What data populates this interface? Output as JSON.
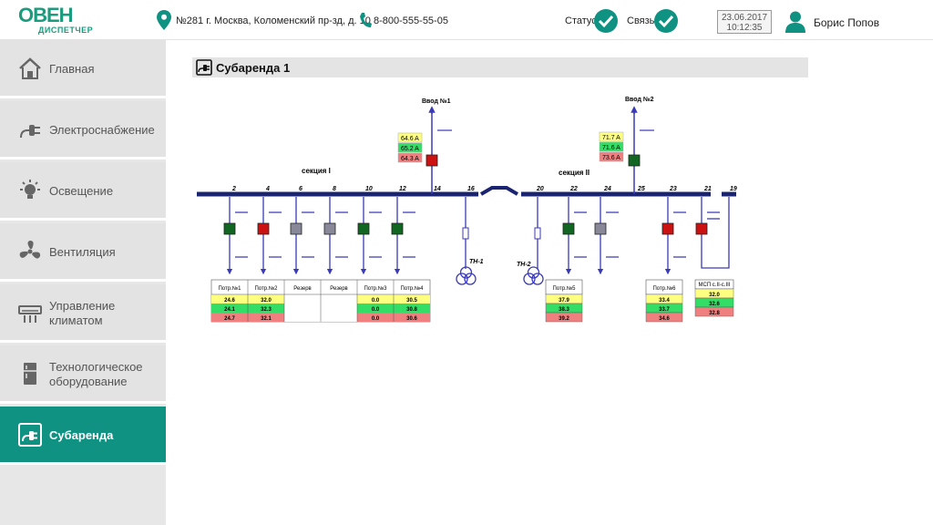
{
  "header": {
    "logo_text": "ОВЕН",
    "logo_sub": "ДИСПЕТЧЕР",
    "address": "№281 г. Москва, Коломенский пр-зд, д. 10",
    "phone": "8-800-555-55-05",
    "status_label": "Статус",
    "link_label": "Связь",
    "date": "23.06.2017",
    "time": "10:12:35",
    "user": "Борис Попов",
    "accent_color": "#0f9282"
  },
  "sidebar": {
    "items": [
      {
        "label": "Главная",
        "icon": "home-icon"
      },
      {
        "label": "Электроснабжение",
        "icon": "plug-icon"
      },
      {
        "label": "Освещение",
        "icon": "lamp-icon"
      },
      {
        "label": "Вентиляция",
        "icon": "fan-icon"
      },
      {
        "label": "Управление климатом",
        "icon": "ac-icon"
      },
      {
        "label": "Технологическое оборудование",
        "icon": "fridge-icon"
      },
      {
        "label": "Субаренда",
        "icon": "plug-box-icon",
        "active": true
      }
    ]
  },
  "page": {
    "title": "Субаренда 1"
  },
  "diagram": {
    "input1": "Ввод №1",
    "input2": "Ввод №2",
    "section1": "секция I",
    "section2": "секция II",
    "input1_currents": [
      "64.6 A",
      "65.2 A",
      "64.3 A"
    ],
    "input2_currents": [
      "71.7 A",
      "71.6 A",
      "73.6 A"
    ],
    "feeders_s1": [
      "2",
      "4",
      "6",
      "8",
      "10",
      "12",
      "14",
      "16"
    ],
    "feeders_s2": [
      "20",
      "22",
      "24",
      "25",
      "23",
      "21",
      "19"
    ],
    "tn1": "ТН-1",
    "tn2": "ТН-2",
    "table1_headers": [
      "Потр.№1",
      "Потр.№2",
      "Резерв",
      "Резерв",
      "Потр.№3",
      "Потр.№4"
    ],
    "table1_rows": [
      [
        "24.6",
        "32.0",
        "",
        "",
        "0.0",
        "30.5"
      ],
      [
        "24.1",
        "32.3",
        "",
        "",
        "0.0",
        "30.8"
      ],
      [
        "24.7",
        "32.1",
        "",
        "",
        "0.0",
        "30.6"
      ]
    ],
    "table2_header": "Потр.№5",
    "table2_values": [
      "37.9",
      "38.3",
      "39.2"
    ],
    "table3_header": "Потр.№6",
    "table3_values": [
      "33.4",
      "33.7",
      "34.6"
    ],
    "table4_header": "МСП с.II-с.III",
    "table4_values": [
      "32.0",
      "32.6",
      "32.8"
    ],
    "phase_colors": [
      "#ffff80",
      "#33dd66",
      "#f08080"
    ]
  }
}
